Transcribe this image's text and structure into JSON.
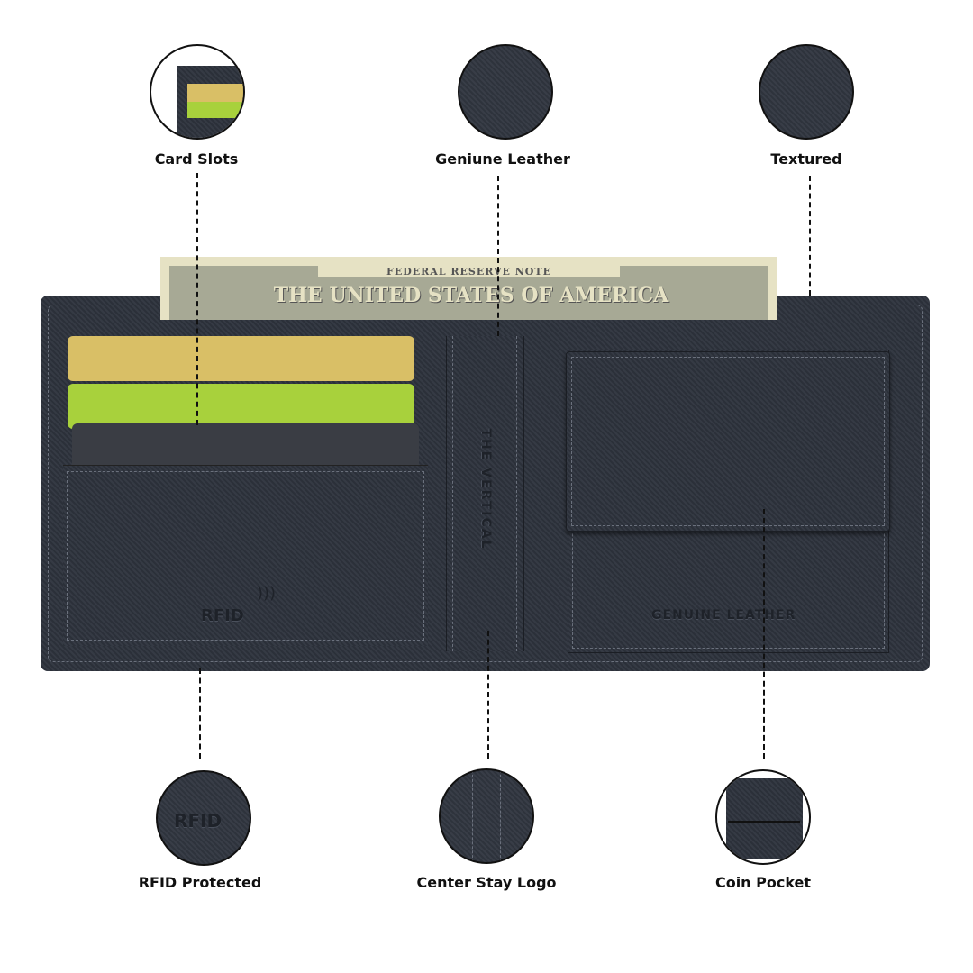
{
  "features": {
    "card_slots": "Card Slots",
    "genuine_leather": "Geniune Leather",
    "textured": "Textured",
    "rfid": "RFID Protected",
    "center_logo": "Center Stay Logo",
    "coin_pocket": "Coin Pocket"
  },
  "wallet": {
    "bill_top": "FEDERAL RESERVE NOTE",
    "bill_main": "THE UNITED STATES OF AMERICA",
    "rfid_emboss": "RFID",
    "logo_emboss": "THE VERTICAL",
    "coin_emboss": "GENUINE LEATHER"
  },
  "colors": {
    "leather": "#2f343d",
    "gold_card": "#d9bf66",
    "green_card": "#a8d13c",
    "dark_card": "#3a3d44",
    "bill": "#e6e2c4"
  }
}
